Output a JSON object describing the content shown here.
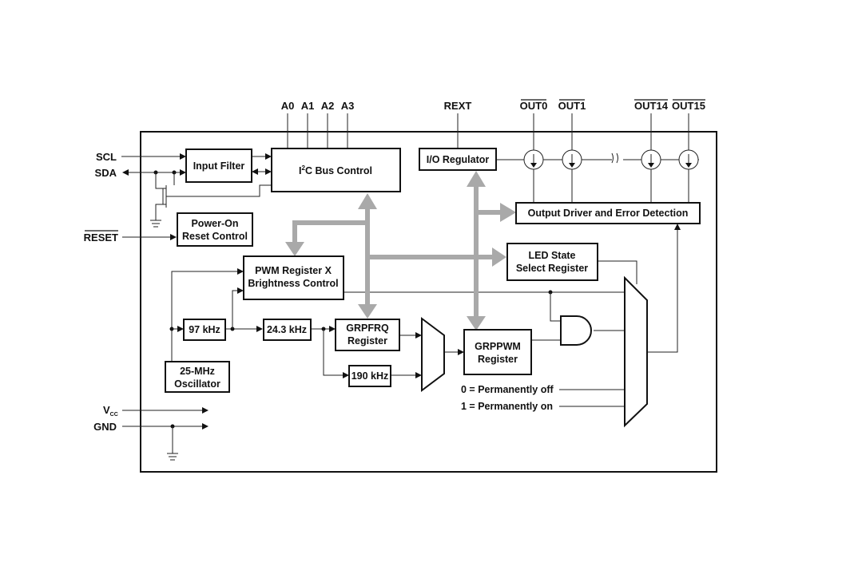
{
  "pins": {
    "scl": "SCL",
    "sda": "SDA",
    "reset": "RESET",
    "vcc_main": "V",
    "vcc_sub": "CC",
    "gnd": "GND",
    "a0": "A0",
    "a1": "A1",
    "a2": "A2",
    "a3": "A3",
    "rext": "REXT",
    "out0": "OUT0",
    "out1": "OUT1",
    "out14": "OUT14",
    "out15": "OUT15"
  },
  "blocks": {
    "input_filter": "Input Filter",
    "i2c_pre": "I",
    "i2c_sup": "2",
    "i2c_post": "C Bus Control",
    "io_regulator": "I/O Regulator",
    "output_driver": "Output Driver and Error Detection",
    "power_on_1": "Power-On",
    "power_on_2": "Reset Control",
    "pwm_1": "PWM Register X",
    "pwm_2": "Brightness Control",
    "led_state_1": "LED State",
    "led_state_2": "Select Register",
    "khz97": "97 kHz",
    "khz24": "24.3 kHz",
    "grpfrq_1": "GRPFRQ",
    "grpfrq_2": "Register",
    "grppwm_1": "GRPPWM",
    "grppwm_2": "Register",
    "khz190": "190 kHz",
    "osc_1": "25-MHz",
    "osc_2": "Oscillator"
  },
  "labels": {
    "perm_off": "0 = Permanently off",
    "perm_on": "1 = Permanently on"
  }
}
